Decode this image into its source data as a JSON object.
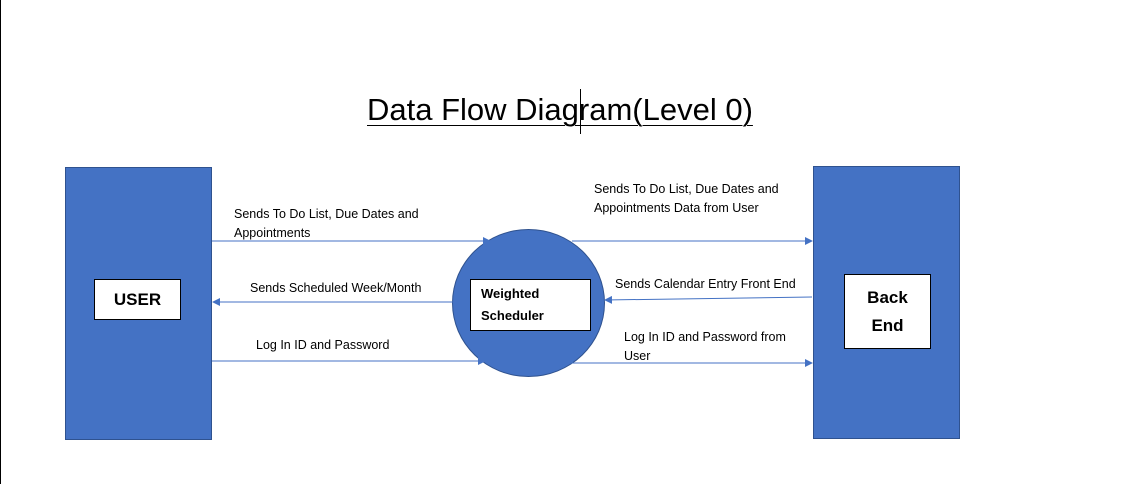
{
  "title": "Data Flow Diagram(Level 0)",
  "colors": {
    "entity_fill": "#4472c4",
    "entity_border": "#2f528f",
    "arrow": "#4472c4",
    "label_box": "#ffffff"
  },
  "entities": {
    "user": "USER",
    "backend": "Back End"
  },
  "process": {
    "label": "Weighted Scheduler"
  },
  "flows": {
    "user_to_process": "Sends To Do List, Due Dates and Appointments",
    "process_to_user": "Sends Scheduled Week/Month",
    "login_user_to_process": "Log In ID and Password",
    "process_to_backend": "Sends To Do List, Due Dates and Appointments Data from User",
    "backend_to_process": "Sends Calendar Entry Front End",
    "login_process_to_backend": "Log In ID and Password from User"
  }
}
